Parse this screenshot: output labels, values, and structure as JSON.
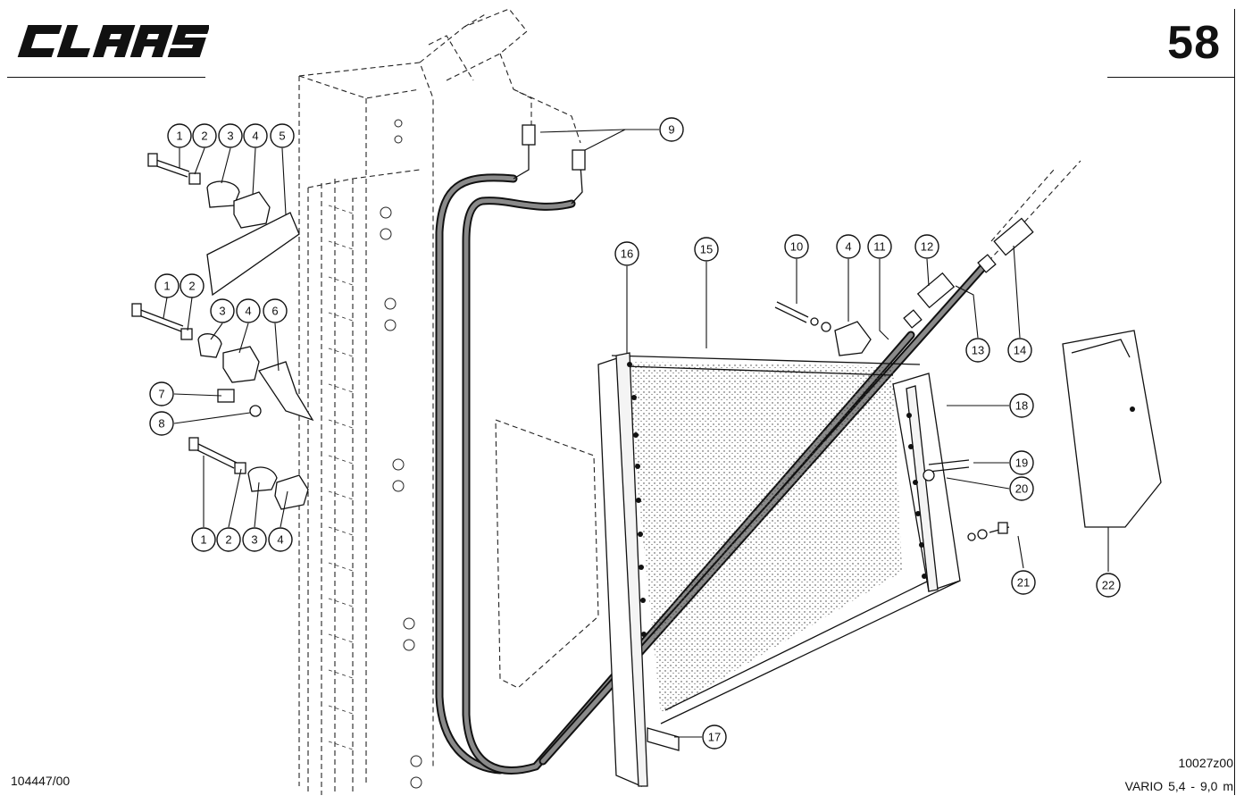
{
  "header": {
    "brand": "CLAAS",
    "page_number": "58"
  },
  "footer": {
    "doc_number": "104447/00",
    "drawing_code": "10027z00",
    "model": "VARIO 5,4 -  9,0 m"
  },
  "callouts": {
    "c1a": "1",
    "c2a": "2",
    "c3a": "3",
    "c4a": "4",
    "c5": "5",
    "c1b": "1",
    "c2b": "2",
    "c3b": "3",
    "c4b": "4",
    "c6": "6",
    "c7": "7",
    "c8": "8",
    "c1c": "1",
    "c2c": "2",
    "c3c": "3",
    "c4c": "4",
    "c9": "9",
    "c10": "10",
    "c4d": "4",
    "c11": "11",
    "c12": "12",
    "c13": "13",
    "c14": "14",
    "c15": "15",
    "c16": "16",
    "c17": "17",
    "c18": "18",
    "c19": "19",
    "c20": "20",
    "c21": "21",
    "c22": "22"
  }
}
